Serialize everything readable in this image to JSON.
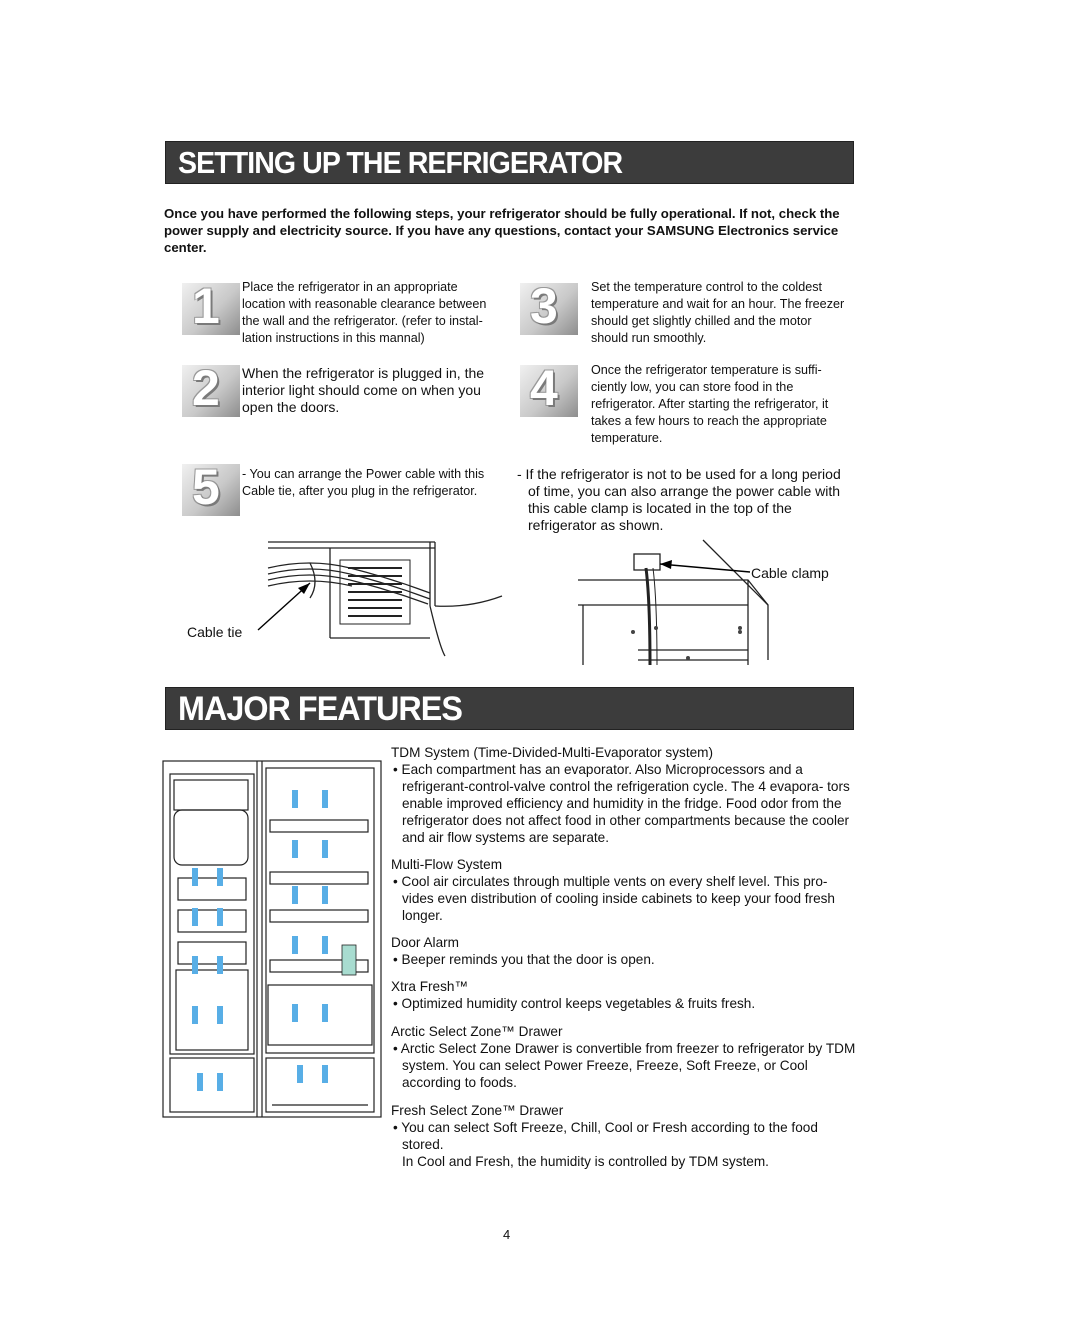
{
  "setup": {
    "title": "SETTING UP THE REFRIGERATOR",
    "intro": "Once you have performed the following steps, your refrigerator should be fully operational. If not, check the power supply and electricity source. If you have any questions, contact your SAMSUNG Electronics service center.",
    "steps": [
      {
        "num": "1",
        "text": "Place the refrigerator in an appropriate location with reasonable clearance between the wall and the refrigerator. (refer to instal- lation instructions in this mannal)"
      },
      {
        "num": "2",
        "text": "When the refrigerator is plugged in, the interior light should come on when you open the doors."
      },
      {
        "num": "3",
        "text": "Set the temperature control to the coldest temperature and wait for an hour. The freezer should get slightly chilled and the motor should run smoothly."
      },
      {
        "num": "4",
        "text": "Once the refrigerator temperature is suffi- ciently low, you can store food in the refrigerator. After starting the refrigerator, it takes a few hours to reach the appropriate temperature."
      },
      {
        "num": "5",
        "text": "- You can arrange the Power cable with this Cable tie, after you plug in the refrigerator."
      }
    ],
    "note": "- If the refrigerator is not to be used for a long period of time, you can also arrange the power cable with this cable clamp is located in the top of the refrigerator as shown.",
    "label_cable_tie": "Cable tie",
    "label_cable_clamp": "Cable clamp"
  },
  "features": {
    "title": "MAJOR FEATURES",
    "items": [
      {
        "heading": "TDM System (Time-Divided-Multi-Evaporator system)",
        "body": "• Each compartment has an evaporator. Also Microprocessors and a refrigerant-control-valve control the refrigeration cycle. The 4 evapora- tors enable improved efficiency and humidity in the fridge. Food odor from the refrigerator does not affect food in other compartments because the cooler and air flow systems are separate."
      },
      {
        "heading": "Multi-Flow System",
        "body": "• Cool air circulates through multiple vents on every shelf level. This pro- vides even distribution of cooling inside cabinets to keep your food fresh longer."
      },
      {
        "heading": "Door Alarm",
        "body": "• Beeper reminds you that the door is open."
      },
      {
        "heading": "Xtra Fresh™",
        "body": "• Optimized humidity control keeps vegetables & fruits fresh."
      },
      {
        "heading": "Arctic Select Zone™ Drawer",
        "body": "• Arctic Select Zone Drawer is convertible from freezer to refrigerator by TDM system. You can select Power Freeze, Freeze, Soft Freeze, or Cool according to foods."
      },
      {
        "heading": "Fresh Select Zone™ Drawer",
        "body": "• You can select Soft Freeze, Chill, Cool or Fresh according to the food stored."
      }
    ],
    "extra": "In Cool and Fresh, the humidity is controlled by TDM system."
  },
  "page_number": "4"
}
